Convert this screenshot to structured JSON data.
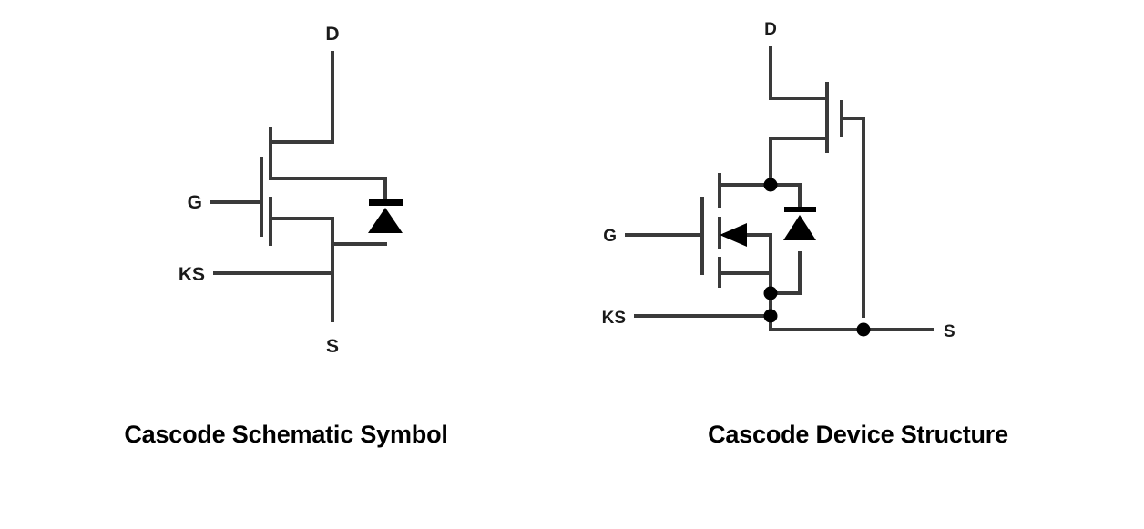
{
  "figure": {
    "background_color": "#ffffff",
    "line_color": "#3a3a3a",
    "accent_color": "#000000",
    "text_color": "#1a1a1a"
  },
  "panels": [
    {
      "id": "cascode-schematic-symbol",
      "caption": "Cascode Schematic Symbol",
      "terminals": [
        {
          "label": "D",
          "role": "drain"
        },
        {
          "label": "G",
          "role": "gate"
        },
        {
          "label": "KS",
          "role": "kelvin-source"
        },
        {
          "label": "S",
          "role": "source"
        }
      ],
      "components": [
        {
          "type": "mosfet",
          "name": "cascode-mosfet-symbol"
        },
        {
          "type": "diode",
          "name": "body-diode",
          "orientation": "pointing-up"
        }
      ]
    },
    {
      "id": "cascode-device-structure",
      "caption": "Cascode Device Structure",
      "terminals": [
        {
          "label": "D",
          "role": "drain"
        },
        {
          "label": "G",
          "role": "gate"
        },
        {
          "label": "KS",
          "role": "kelvin-source"
        },
        {
          "label": "S",
          "role": "source"
        }
      ],
      "components": [
        {
          "type": "jfet",
          "name": "sic-jfet",
          "position": "top"
        },
        {
          "type": "mosfet",
          "name": "si-mosfet",
          "position": "bottom"
        },
        {
          "type": "diode",
          "name": "body-diode",
          "orientation": "pointing-up"
        }
      ],
      "junction_dots": 4
    }
  ]
}
